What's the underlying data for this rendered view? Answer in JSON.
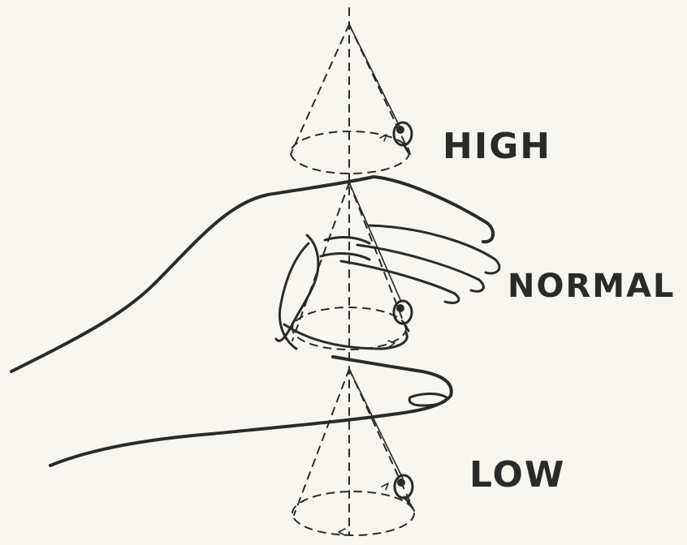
{
  "labels": {
    "high": "HIGH",
    "normal": "NORMAL",
    "low": "LOW"
  }
}
